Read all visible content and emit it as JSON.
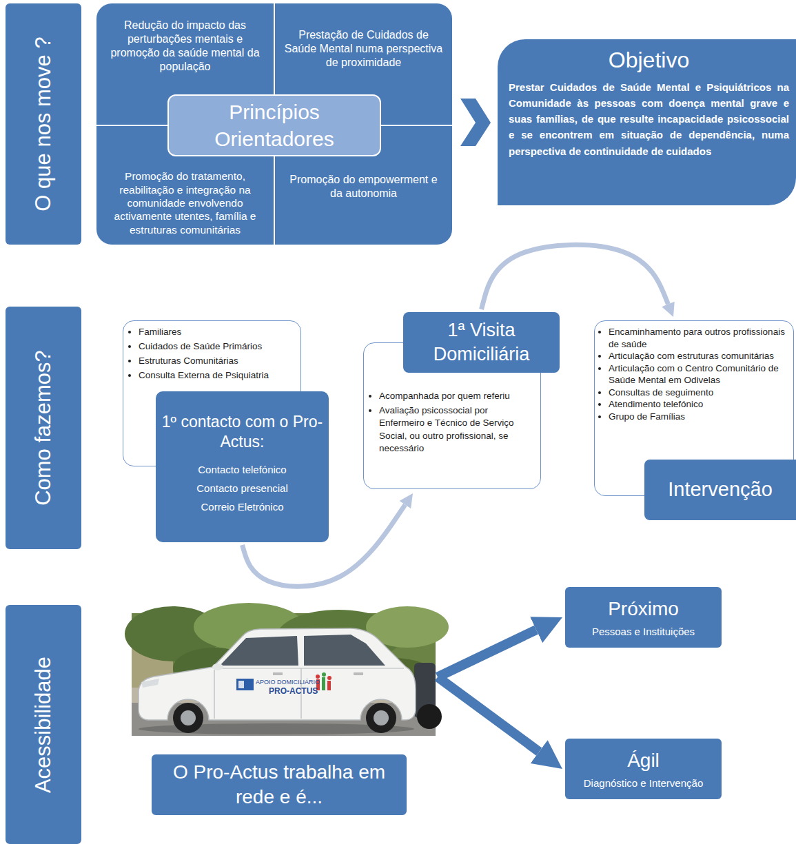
{
  "diagram": {
    "nodes": [
      {
        "text": [
          "O que nos move ?"
        ]
      },
      {
        "text": [
          "Redução do impacto das perturbações mentais e promoção da saúde mental da população"
        ]
      },
      {
        "text": [
          "Prestação de Cuidados de Saúde Mental numa perspectiva de proximidade"
        ]
      },
      {
        "text": [
          "Princípios Orientadores"
        ]
      },
      {
        "text": [
          "Promoção do tratamento, reabilitação e integração na comunidade envolvendo activamente utentes, família e estruturas comunitárias"
        ]
      },
      {
        "text": [
          "Promoção do empowerment e da autonomia"
        ]
      },
      {
        "text": [
          "Objetivo",
          "Prestar Cuidados de Saúde Mental e Psiquiátricos na Comunidade às pessoas com doença mental grave e suas famílias, de que resulte incapacidade psicossocial e se encontrem em situação de dependência, numa perspectiva de continuidade de cuidados"
        ]
      },
      {
        "text": [
          "Como fazemos?"
        ]
      },
      {
        "text": [
          "Familiares",
          "Cuidados de Saúde Primários",
          "Estruturas Comunitárias",
          "Consulta Externa de Psiquiatria"
        ]
      },
      {
        "text": [
          "1º contacto com o Pro-Actus:",
          "Contacto telefónico",
          "Contacto presencial",
          "Correio Eletrónico"
        ]
      },
      {
        "text": [
          "1ª Visita Domiciliária"
        ]
      },
      {
        "text": [
          "Acompanhada por quem referiu",
          "Avaliação psicossocial por Enfermeiro e Técnico de Serviço Social, ou outro profissional, se necessário"
        ]
      },
      {
        "text": [
          "Encaminhamento para outros profissionais de saúde",
          "Articulação com estruturas comunitárias",
          "Articulação com o Centro Comunitário de Saúde Mental em Odivelas",
          "Consultas de seguimento",
          "Atendimento telefónico",
          "Grupo de Famílias"
        ]
      },
      {
        "text": [
          "Intervenção"
        ]
      },
      {
        "text": [
          "Acessibilidade"
        ]
      },
      {
        "text": [
          "APOIO DOMICILIÁRIO",
          "PRO-ACTUS"
        ]
      },
      {
        "text": [
          "O Pro-Actus trabalha em rede e é..."
        ]
      },
      {
        "text": [
          "Próximo",
          "Pessoas e Instituições"
        ]
      },
      {
        "text": [
          "Ágil",
          "Diagnóstico e Intervenção"
        ]
      }
    ],
    "edges": [
      {
        "from": 9,
        "to": 11,
        "arrow": "to"
      },
      {
        "from": 10,
        "to": 12,
        "arrow": "to"
      },
      {
        "from": 15,
        "to": 17,
        "arrow": "to"
      },
      {
        "from": 15,
        "to": 18,
        "arrow": "to"
      }
    ]
  }
}
